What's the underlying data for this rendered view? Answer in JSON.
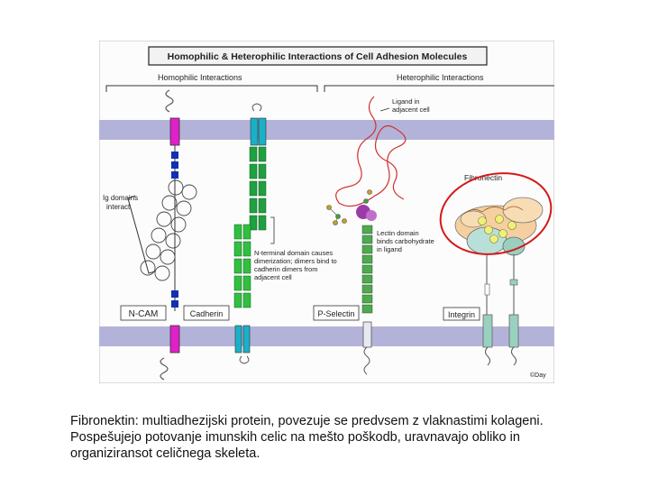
{
  "figure": {
    "title": "Homophilic & Heterophilic Interactions of Cell Adhesion Molecules",
    "section_homophilic": "Homophilic Interactions",
    "section_heterophilic": "Heterophilic Interactions",
    "ig_domains_label_1": "Ig domains",
    "ig_domains_label_2": "interact",
    "cadherin_note": [
      "N-terminal domain causes",
      "dimerization; dimers bind to",
      "cadherin dimers from",
      "adjacent cell"
    ],
    "ligand_label_1": "Ligand in",
    "ligand_label_2": "adjacent cell",
    "lectin_note": [
      "Lectin domain",
      "binds carbohydrate",
      "in ligand"
    ],
    "fibronectin_label": "Fibronectin",
    "molecules": {
      "ncam": "N-CAM",
      "cadherin": "Cadherin",
      "pselectin": "P-Selectin",
      "integrin": "Integrin"
    },
    "copyright": "©Day",
    "colors": {
      "membrane": "#b3b3d9",
      "ncam": "#e020c8",
      "ncam_ig": "#1030b0",
      "cadherin": "#1ab0c8",
      "cadherin_domain": "#20a040",
      "selectin_domain": "#50a850",
      "lectin": "#9a3ca8",
      "integrin": "#9ad0c0",
      "fibronectin": "#f5cfa0",
      "highlight": "#d41a1a"
    }
  },
  "caption": {
    "line1": "Fibronektin: multiadhezijski protein, povezuje se predvsem z vlaknastimi kolageni.",
    "line2": "Pospešujejo potovanje imunskih celic na mešto poškodb, uravnavajo obliko in",
    "line3": "organiziransot celičnega skeleta."
  }
}
